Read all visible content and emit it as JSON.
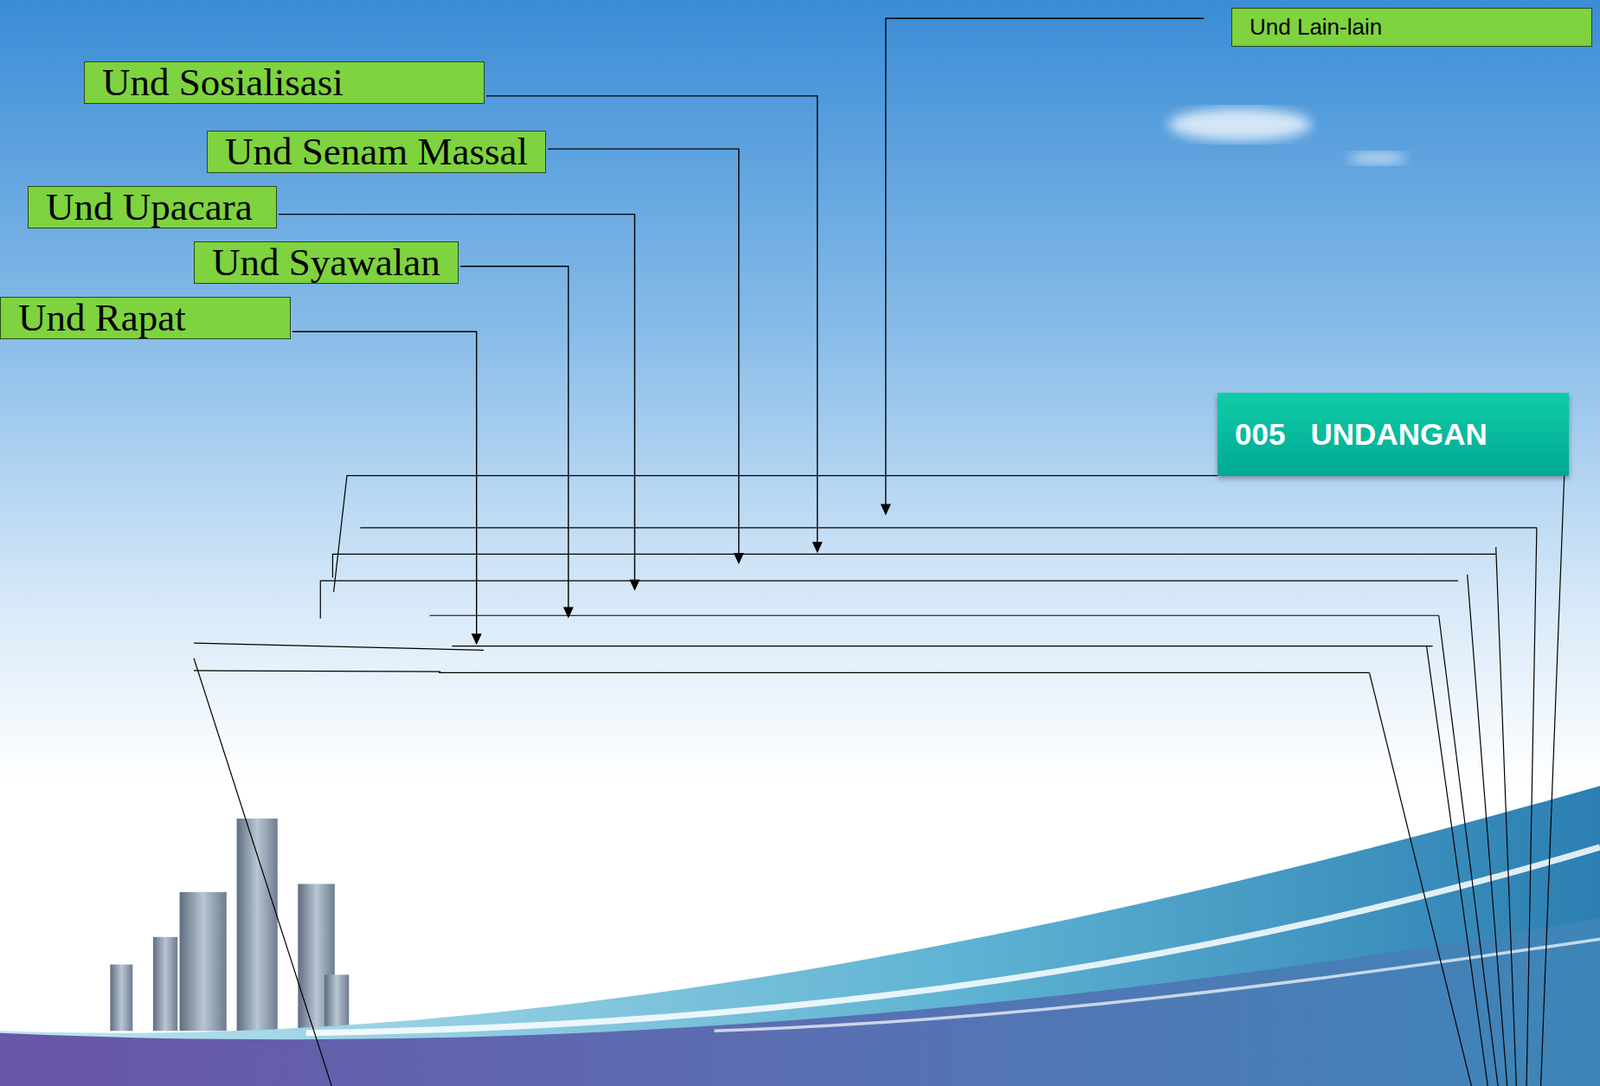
{
  "diagram": {
    "nodes": [
      {
        "text": [
          "Und Lain-lain"
        ]
      },
      {
        "text": [
          "Und Sosialisasi"
        ]
      },
      {
        "text": [
          "Und Senam Massal"
        ]
      },
      {
        "text": [
          "Und Upacara"
        ]
      },
      {
        "text": [
          "Und Syawalan"
        ]
      },
      {
        "text": [
          "Und Rapat"
        ]
      },
      {
        "text": [
          "005   UNDANGAN"
        ]
      }
    ]
  }
}
